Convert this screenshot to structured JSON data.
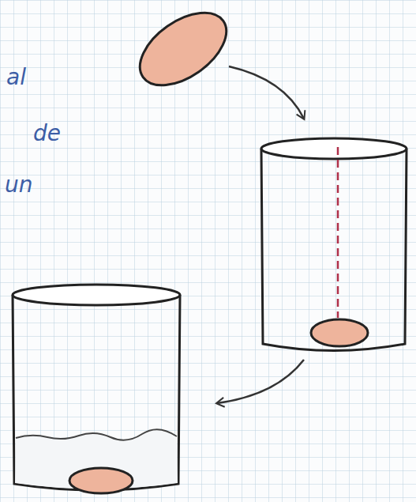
{
  "diagram": {
    "labels": [
      "al",
      "de",
      "un"
    ]
  }
}
